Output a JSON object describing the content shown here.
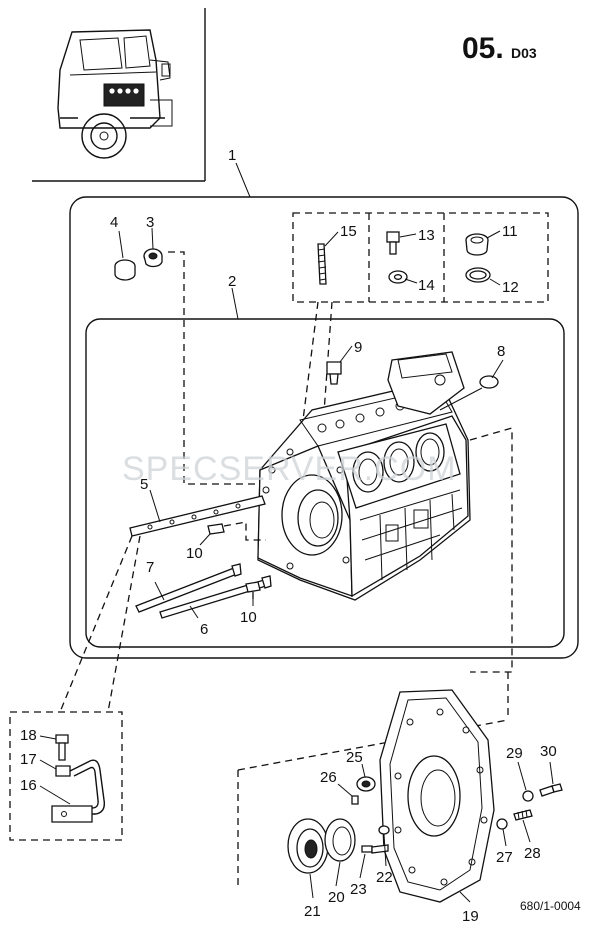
{
  "header": {
    "section_main": "05.",
    "section_sub": "D03"
  },
  "reference_code": "680/1-0004",
  "watermark": "SPECSERVER.COM",
  "callouts": [
    {
      "id": "c1",
      "text": "1"
    },
    {
      "id": "c2",
      "text": "2"
    },
    {
      "id": "c3",
      "text": "3"
    },
    {
      "id": "c4",
      "text": "4"
    },
    {
      "id": "c5",
      "text": "5"
    },
    {
      "id": "c6",
      "text": "6"
    },
    {
      "id": "c7",
      "text": "7"
    },
    {
      "id": "c8",
      "text": "8"
    },
    {
      "id": "c9",
      "text": "9"
    },
    {
      "id": "c10a",
      "text": "10"
    },
    {
      "id": "c10b",
      "text": "10"
    },
    {
      "id": "c11",
      "text": "11"
    },
    {
      "id": "c12",
      "text": "12"
    },
    {
      "id": "c13",
      "text": "13"
    },
    {
      "id": "c14",
      "text": "14"
    },
    {
      "id": "c15",
      "text": "15"
    },
    {
      "id": "c16",
      "text": "16"
    },
    {
      "id": "c17",
      "text": "17"
    },
    {
      "id": "c18",
      "text": "18"
    },
    {
      "id": "c19",
      "text": "19"
    },
    {
      "id": "c20",
      "text": "20"
    },
    {
      "id": "c21",
      "text": "21"
    },
    {
      "id": "c22",
      "text": "22"
    },
    {
      "id": "c23",
      "text": "23"
    },
    {
      "id": "c25",
      "text": "25"
    },
    {
      "id": "c26",
      "text": "26"
    },
    {
      "id": "c27",
      "text": "27"
    },
    {
      "id": "c28",
      "text": "28"
    },
    {
      "id": "c29",
      "text": "29"
    },
    {
      "id": "c30",
      "text": "30"
    }
  ]
}
